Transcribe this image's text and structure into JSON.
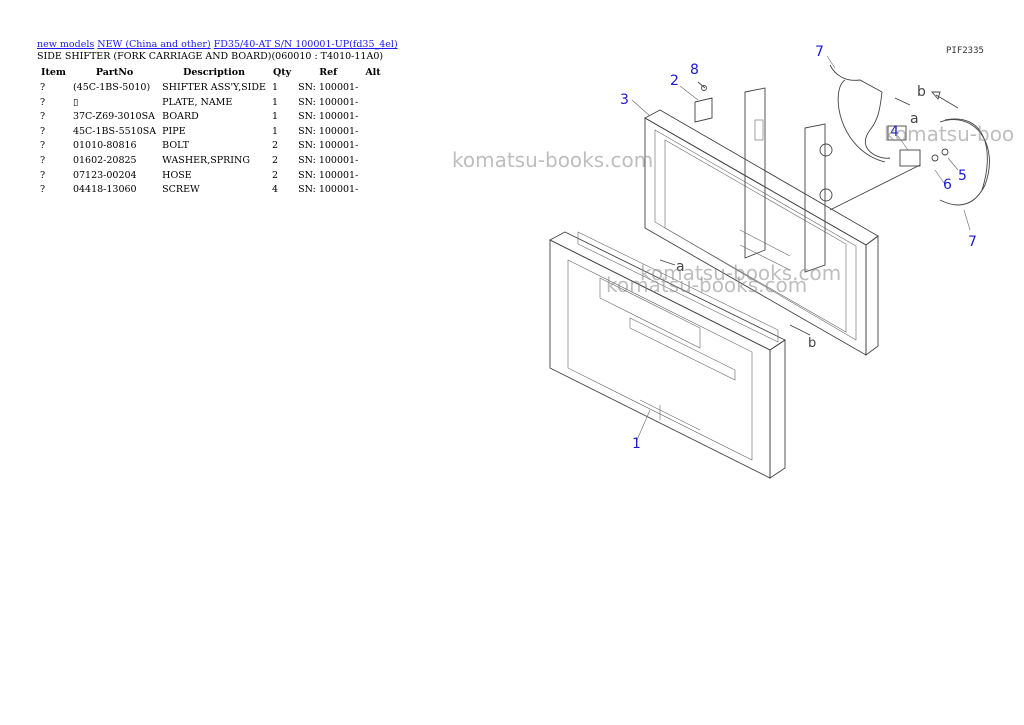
{
  "breadcrumb": {
    "link1": "new models",
    "link2": "NEW (China and other)",
    "link3": "FD35/40-AT S/N 100001-UP(fd35_4el)"
  },
  "page_title": "SIDE SHIFTER (FORK CARRIAGE AND BOARD)(060010 : T4010-11A0)",
  "table": {
    "headers": [
      "Item",
      "PartNo",
      "Description",
      "Qty",
      "Ref",
      "Alt"
    ],
    "rows": [
      {
        "item": "?",
        "part_no": "(45C-1BS-5010)",
        "description": "SHIFTER ASS'Y,SIDE",
        "qty": "1",
        "ref": "SN: 100001-",
        "alt": ""
      },
      {
        "item": "?",
        "part_no": "▯",
        "description": "PLATE, NAME",
        "qty": "1",
        "ref": "SN: 100001-",
        "alt": ""
      },
      {
        "item": "?",
        "part_no": "37C-Z69-3010SA",
        "description": "BOARD",
        "qty": "1",
        "ref": "SN: 100001-",
        "alt": ""
      },
      {
        "item": "?",
        "part_no": "45C-1BS-5510SA",
        "description": "PIPE",
        "qty": "1",
        "ref": "SN: 100001-",
        "alt": ""
      },
      {
        "item": "?",
        "part_no": "01010-80816",
        "description": "BOLT",
        "qty": "2",
        "ref": "SN: 100001-",
        "alt": ""
      },
      {
        "item": "?",
        "part_no": "01602-20825",
        "description": "WASHER,SPRING",
        "qty": "2",
        "ref": "SN: 100001-",
        "alt": ""
      },
      {
        "item": "?",
        "part_no": "07123-00204",
        "description": "HOSE",
        "qty": "2",
        "ref": "SN: 100001-",
        "alt": ""
      },
      {
        "item": "?",
        "part_no": "04418-13060",
        "description": "SCREW",
        "qty": "4",
        "ref": "SN: 100001-",
        "alt": ""
      }
    ]
  },
  "diagram": {
    "code": "PIF2335",
    "callouts": [
      "1",
      "2",
      "3",
      "4",
      "5",
      "6",
      "7",
      "7",
      "8"
    ],
    "letters": [
      "a",
      "b",
      "a",
      "b"
    ],
    "watermarks": [
      "komatsu-books.com",
      "komatsu-boo",
      "komatsu-books.com",
      "komatsu-books.com"
    ],
    "callout_color": "#1a1ac8",
    "link_color": "#1a1aee"
  }
}
